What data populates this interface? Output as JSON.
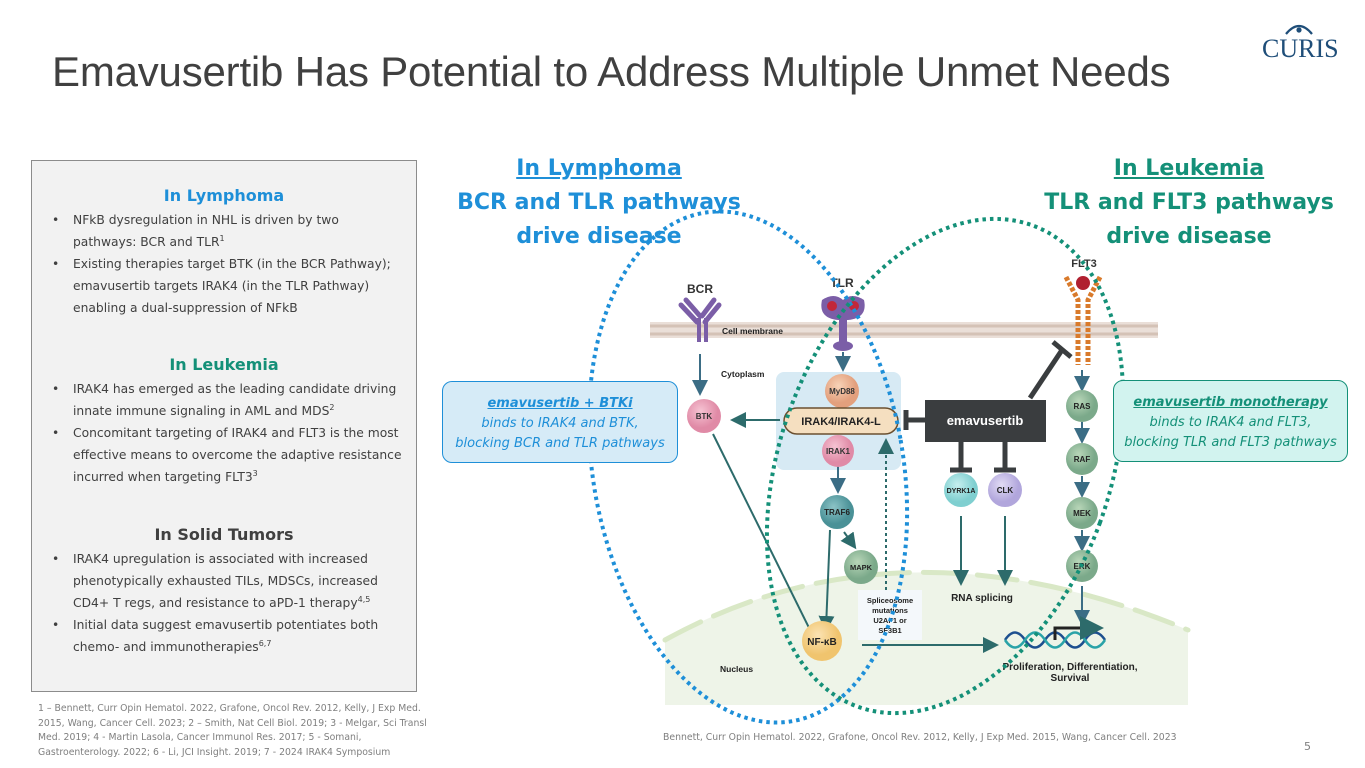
{
  "slide": {
    "title": "Emavusertib Has Potential to Address Multiple Unmet Needs",
    "logo_text": "CURIS",
    "page_number": "5"
  },
  "colors": {
    "lymphoma_blue": "#1e8fd8",
    "leukemia_green": "#149078",
    "title_gray": "#404040",
    "panel_bg": "#f2f2f2",
    "drug_box": "#3a3d3f",
    "arrow_teal": "#2d6b6b"
  },
  "left_panel": {
    "sections": [
      {
        "heading": "In Lymphoma",
        "bullets": [
          {
            "text": "NFkB dysregulation in NHL is driven by two pathways: BCR and TLR",
            "sup": "1"
          },
          {
            "text": "Existing therapies target BTK (in the BCR Pathway); emavusertib targets IRAK4 (in the TLR Pathway) enabling a dual-suppression of NFkB",
            "sup": ""
          }
        ]
      },
      {
        "heading": "In Leukemia",
        "bullets": [
          {
            "text": "IRAK4 has emerged as the leading candidate driving innate immune signaling in AML and MDS",
            "sup": "2"
          },
          {
            "text": "Concomitant targeting of IRAK4 and FLT3 is the most effective means to overcome the adaptive resistance incurred when targeting FLT3",
            "sup": "3"
          }
        ]
      },
      {
        "heading": "In Solid Tumors",
        "bullets": [
          {
            "text": "IRAK4 upregulation is associated with increased phenotypically exhausted TILs, MDSCs, increased CD4+ T regs, and resistance to aPD-1 therapy",
            "sup": "4,5"
          },
          {
            "text": "Initial data suggest emavusertib potentiates both chemo- and immunotherapies",
            "sup": "6,7"
          }
        ]
      }
    ]
  },
  "references": "1 – Bennett, Curr Opin Hematol. 2022, Grafone, Oncol Rev. 2012, Kelly, J Exp Med. 2015, Wang, Cancer Cell. 2023; 2 – Smith, Nat Cell Biol. 2019; 3 - Melgar, Sci Transl Med. 2019; 4 - Martin Lasola, Cancer Immunol Res. 2017; 5 - Somani, Gastroenterology. 2022; 6 - Li, JCI Insight. 2019; 7 - 2024 IRAK4 Symposium",
  "diagram_reference": "Bennett, Curr Opin Hematol. 2022, Grafone, Oncol Rev. 2012, Kelly, J Exp Med. 2015, Wang, Cancer Cell. 2023",
  "diagram": {
    "lymphoma_header": {
      "title": "In Lymphoma",
      "line1": "BCR and TLR pathways",
      "line2": "drive disease"
    },
    "leukemia_header": {
      "title": "In Leukemia",
      "line1": "TLR and FLT3 pathways",
      "line2": "drive disease"
    },
    "callout_left": {
      "title": "emavusertib + BTKi",
      "line1": "binds to IRAK4 and BTK,",
      "line2": "blocking BCR and TLR pathways"
    },
    "callout_right": {
      "title": "emavusertib monotherapy",
      "line1": "binds to IRAK4 and FLT3,",
      "line2": "blocking TLR and FLT3 pathways"
    },
    "labels": {
      "bcr": "BCR",
      "tlr": "TLR",
      "flt3": "FLT3",
      "cell_membrane": "Cell membrane",
      "cytoplasm": "Cytoplasm",
      "nucleus": "Nucleus",
      "myd88": "MyD88",
      "irak4": "IRAK4/IRAK4-L",
      "irak1": "IRAK1",
      "btk": "BTK",
      "traf6": "TRAF6",
      "mapk": "MAPK",
      "nfkb": "NF-κB",
      "drug": "emavusertib",
      "dyrk1a": "DYRK1A",
      "clk": "CLK",
      "rna_splicing": "RNA splicing",
      "spliceosome_1": "Spliceosome",
      "spliceosome_2": "mutations",
      "spliceosome_3": "U2AF1 or",
      "spliceosome_4": "SF3B1",
      "ras": "RAS",
      "raf": "RAF",
      "mek": "MEK",
      "erk": "ERK",
      "outcome_1": "Proliferation, Differentiation,",
      "outcome_2": "Survival"
    }
  }
}
